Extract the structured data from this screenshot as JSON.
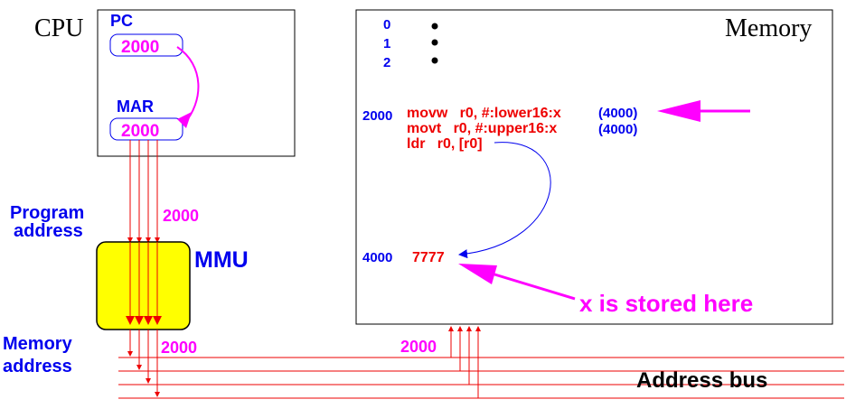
{
  "cpu": {
    "title": "CPU",
    "pc_label": "PC",
    "pc_value": "2000",
    "mar_label": "MAR",
    "mar_value": "2000"
  },
  "program_address": {
    "line1": "Program",
    "line2": "address",
    "value": "2000"
  },
  "mmu": {
    "label": "MMU",
    "fill": "#ffff00"
  },
  "memory_address": {
    "line1": "Memory",
    "line2": "address",
    "value": "2000"
  },
  "bus": {
    "value": "2000",
    "label": "Address bus"
  },
  "memory": {
    "title": "Memory",
    "addresses": [
      "0",
      "1",
      "2"
    ],
    "code_address": "2000",
    "instructions": [
      {
        "text": "movw   r0, #:lower16:x",
        "annotation": "(4000)"
      },
      {
        "text": "movt   r0, #:upper16:x",
        "annotation": "(4000)"
      },
      {
        "text": "ldr   r0, [r0]",
        "annotation": ""
      }
    ],
    "data_address": "4000",
    "data_value": "7777",
    "note": "x is stored here"
  },
  "colors": {
    "blue": "#0000ee",
    "red": "#ee0000",
    "magenta": "#ff00ff",
    "black": "#000000"
  }
}
